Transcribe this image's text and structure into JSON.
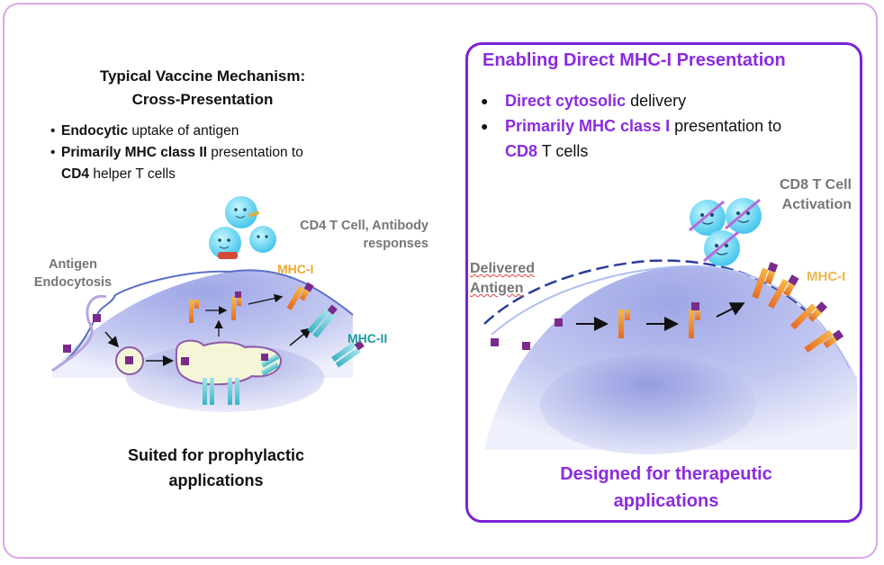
{
  "left": {
    "title_line1": "Typical Vaccine Mechanism:",
    "title_line2": "Cross-Presentation",
    "bullet1_bold": "Endocytic",
    "bullet1_rest": " uptake of antigen",
    "bullet2_bold": "Primarily MHC class II",
    "bullet2_rest": " presentation to",
    "bullet2_cont_bold": "CD4",
    "bullet2_cont_rest": " helper T cells",
    "label_endocytosis_line1": "Antigen",
    "label_endocytosis_line2": "Endocytosis",
    "label_response_line1": "CD4 T Cell, Antibody",
    "label_response_line2": "responses",
    "label_mhc1": "MHC-I",
    "label_mhc2": "MHC-II",
    "caption_line1": "Suited for prophylactic",
    "caption_line2": "applications"
  },
  "right": {
    "title": "Enabling Direct MHC-I Presentation",
    "bullet1_bold": "Direct cytosolic",
    "bullet1_rest": " delivery",
    "bullet2_bold": "Primarily MHC class I",
    "bullet2_rest": " presentation to",
    "bullet2_cont_bold": "CD8",
    "bullet2_cont_rest": " T cells",
    "label_delivered_line1": "Delivered",
    "label_delivered_line2": "Antigen",
    "label_activation_line1": "CD8 T Cell",
    "label_activation_line2": "Activation",
    "label_mhc1": "MHC-I",
    "caption_line1": "Designed for therapeutic",
    "caption_line2": "applications"
  },
  "colors": {
    "accent_purple": "#8a2be2",
    "box_border": "#7c22d6",
    "frame_border": "#d9a6e8",
    "mhc1_orange": "#f0a830",
    "mhc2_teal": "#1d9aa0",
    "antigen_purple": "#7a2a8a"
  }
}
